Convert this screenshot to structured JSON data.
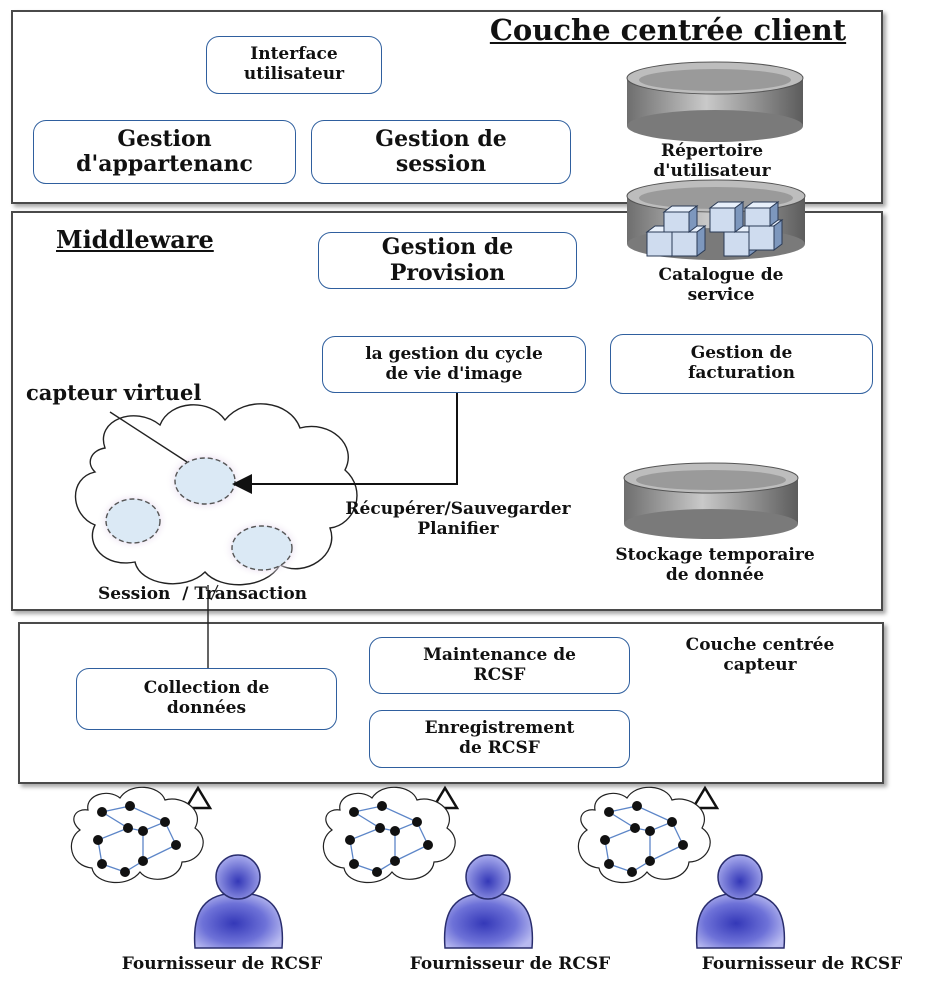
{
  "client_layer": {
    "title": "Couche centrée client",
    "ui_box": "Interface\nutilisateur",
    "membership_box": "Gestion\nd'appartenanc",
    "session_box": "Gestion de\nsession",
    "user_repository": "Répertoire\nd'utilisateur"
  },
  "middleware": {
    "title": "Middleware",
    "provision_box": "Gestion de\nProvision",
    "service_catalog": "Catalogue de\nservice",
    "image_lifecycle_box": "la gestion du cycle\nde vie d'image",
    "billing_box": "Gestion de\nfacturation",
    "virtual_sensor": "capteur virtuel",
    "retrieve_label": "Récupérer/Sauvegarder\nPlanifier",
    "temp_storage": "Stockage temporaire\nde donnée",
    "session_label": "Session  / Transaction"
  },
  "sensor_layer": {
    "title": "Couche centrée\ncapteur",
    "maintenance_box": "Maintenance de\nRCSF",
    "registration_box": "Enregistrement\nde RCSF",
    "collection_box": "Collection de\ndonnées"
  },
  "providers": [
    {
      "label": "Fournisseur de RCSF"
    },
    {
      "label": "Fournisseur de RCSF"
    },
    {
      "label": "Fournisseur de RCSF"
    }
  ],
  "colors": {
    "box_border": "#2f5f9e",
    "layer_border": "#4a4a4a",
    "person_fill": "#4f54c8",
    "cylinder_fill": "#8c8c8c"
  }
}
